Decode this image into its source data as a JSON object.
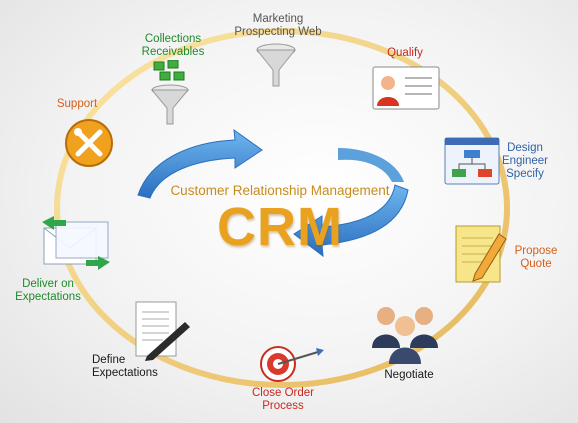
{
  "center": {
    "subtitle": "Customer Relationship Management",
    "title": "CRM"
  },
  "nodes": [
    {
      "id": "marketing",
      "label_lines": [
        "Marketing",
        "Prospecting Web"
      ],
      "icon": "funnel-icon"
    },
    {
      "id": "qualify",
      "label_lines": [
        "Qualify"
      ],
      "icon": "profile-card-icon"
    },
    {
      "id": "design",
      "label_lines": [
        "Design",
        "Engineer",
        "Specify"
      ],
      "icon": "flowchart-window-icon"
    },
    {
      "id": "propose",
      "label_lines": [
        "Propose",
        "Quote"
      ],
      "icon": "notepad-pencil-icon"
    },
    {
      "id": "negotiate",
      "label_lines": [
        "Negotiate"
      ],
      "icon": "people-group-icon"
    },
    {
      "id": "close",
      "label_lines": [
        "Close Order",
        "Process"
      ],
      "icon": "target-dart-icon"
    },
    {
      "id": "define",
      "label_lines": [
        "Define",
        "Expectations"
      ],
      "icon": "document-pen-icon"
    },
    {
      "id": "deliver",
      "label_lines": [
        "Deliver on",
        "Expectations"
      ],
      "icon": "mail-arrows-icon"
    },
    {
      "id": "support",
      "label_lines": [
        "Support"
      ],
      "icon": "tools-icon"
    },
    {
      "id": "collections",
      "label_lines": [
        "Collections",
        "Receivables"
      ],
      "icon": "money-funnel-icon"
    }
  ],
  "colors": {
    "ring": "#f2d48a",
    "arrow": "#3f8fd6",
    "crm_text": "#e9a21f"
  }
}
